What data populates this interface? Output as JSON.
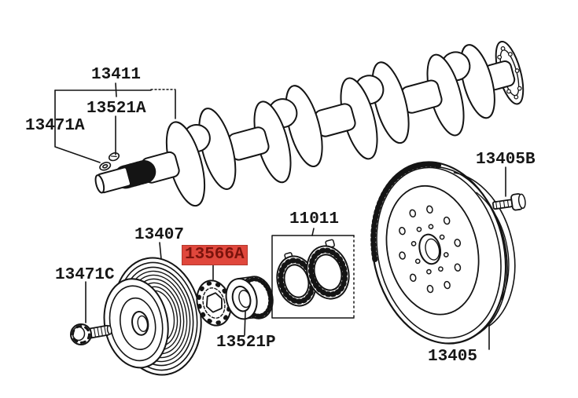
{
  "diagram": {
    "kind": "parts-catalog-illustration",
    "subject": "crankshaft-and-flywheel-assembly",
    "background": "#ffffff",
    "line_color": "#141414",
    "highlight": {
      "code": "13566A",
      "color": "#e0473c",
      "text_color": "#7b130c",
      "style": "background:#e0473c;color:#7b130c;border:1px solid #b2392e;"
    },
    "parts": [
      {
        "code": "13411",
        "highlighted": false
      },
      {
        "code": "13521A",
        "highlighted": false
      },
      {
        "code": "13471A",
        "highlighted": false
      },
      {
        "code": "13405B",
        "highlighted": false
      },
      {
        "code": "13407",
        "highlighted": false
      },
      {
        "code": "13566A",
        "highlighted": true
      },
      {
        "code": "13471C",
        "highlighted": false
      },
      {
        "code": "11011",
        "highlighted": false
      },
      {
        "code": "13521P",
        "highlighted": false
      },
      {
        "code": "13405",
        "highlighted": false
      }
    ]
  }
}
